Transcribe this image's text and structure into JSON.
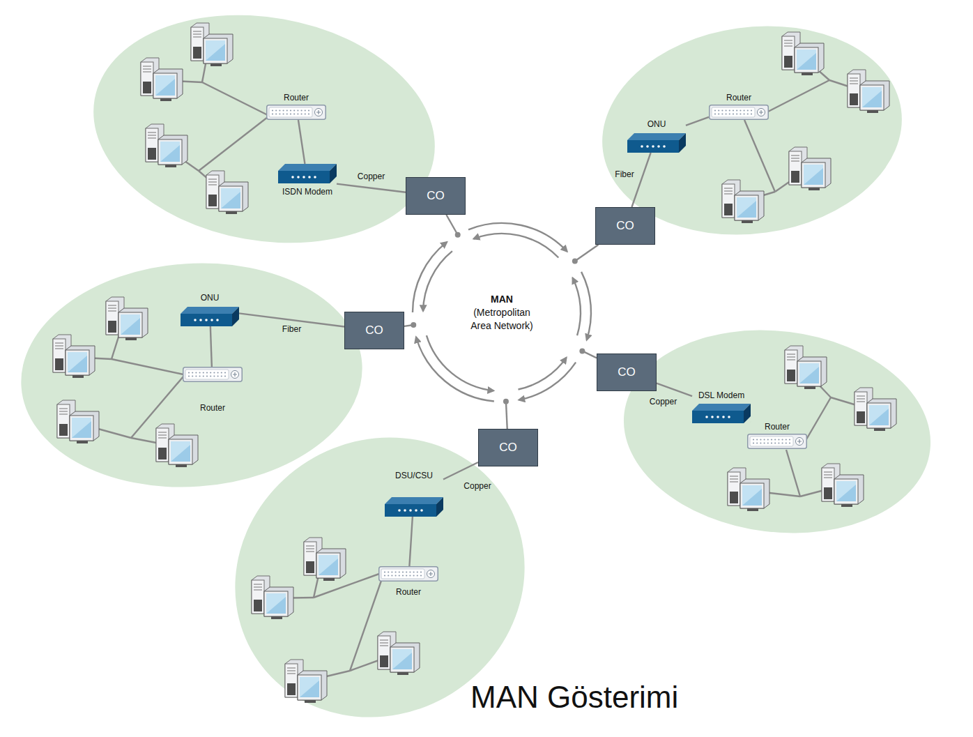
{
  "diagram": {
    "title": "MAN Gösterimi",
    "nodes": [
      {
        "text": [
          "Router"
        ]
      },
      {
        "text": [
          "ISDN Modem"
        ]
      },
      {
        "text": [
          "CO"
        ]
      },
      {
        "text": [
          "ONU"
        ]
      },
      {
        "text": [
          "Router"
        ]
      },
      {
        "text": [
          "CO"
        ]
      },
      {
        "text": [
          "MAN",
          "(Metropolitan Area Network)"
        ]
      },
      {
        "text": [
          "ONU"
        ]
      },
      {
        "text": [
          "CO"
        ]
      },
      {
        "text": [
          "Router"
        ]
      },
      {
        "text": [
          "CO"
        ]
      },
      {
        "text": [
          "DSL Modem"
        ]
      },
      {
        "text": [
          "Router"
        ]
      },
      {
        "text": [
          "CO"
        ]
      },
      {
        "text": [
          "DSU/CSU"
        ]
      },
      {
        "text": [
          "Router"
        ]
      }
    ],
    "edges": [
      {
        "from": 0,
        "to": 1,
        "arrow": "none"
      },
      {
        "from": 1,
        "to": 2,
        "label": "Copper",
        "arrow": "none"
      },
      {
        "from": 3,
        "to": 4,
        "arrow": "none"
      },
      {
        "from": 3,
        "to": 5,
        "label": "Fiber",
        "arrow": "none"
      },
      {
        "from": 7,
        "to": 8,
        "label": "Fiber",
        "arrow": "none"
      },
      {
        "from": 7,
        "to": 9,
        "arrow": "none"
      },
      {
        "from": 10,
        "to": 11,
        "label": "Copper",
        "arrow": "none"
      },
      {
        "from": 11,
        "to": 12,
        "arrow": "none"
      },
      {
        "from": 13,
        "to": 14,
        "label": "Copper",
        "arrow": "none"
      },
      {
        "from": 14,
        "to": 15,
        "arrow": "none"
      },
      {
        "from": 2,
        "to": 6,
        "arrow": "none"
      },
      {
        "from": 5,
        "to": 6,
        "arrow": "none"
      },
      {
        "from": 8,
        "to": 6,
        "arrow": "none"
      },
      {
        "from": 10,
        "to": 6,
        "arrow": "none"
      },
      {
        "from": 13,
        "to": 6,
        "arrow": "none"
      }
    ]
  }
}
